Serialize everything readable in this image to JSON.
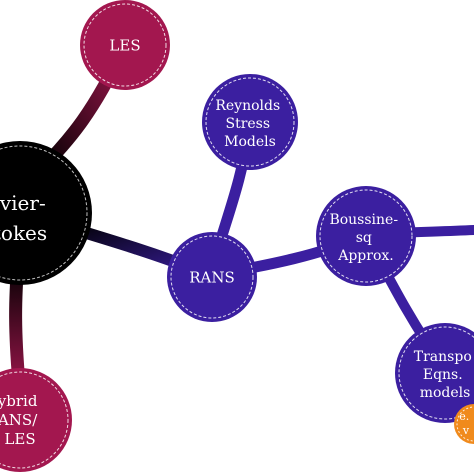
{
  "diagram": {
    "type": "mind-map",
    "nodes": [
      {
        "id": "navier_stokes",
        "lines": [
          "avier-",
          "tokes"
        ],
        "color": "#000000",
        "text_color": "#ffffff"
      },
      {
        "id": "les",
        "lines": [
          "LES"
        ],
        "color": "#a3174f",
        "text_color": "#ffffff"
      },
      {
        "id": "hybrid",
        "lines": [
          "ybrid",
          "ANS/",
          "LES"
        ],
        "color": "#a3174f",
        "text_color": "#ffffff"
      },
      {
        "id": "rans",
        "lines": [
          "RANS"
        ],
        "color": "#3b1fa0",
        "text_color": "#ffffff"
      },
      {
        "id": "reynolds",
        "lines": [
          "Reynolds",
          "Stress",
          "Models"
        ],
        "color": "#3b1fa0",
        "text_color": "#ffffff"
      },
      {
        "id": "boussinesq",
        "lines": [
          "Boussine-",
          "sq",
          "Approx."
        ],
        "color": "#3b1fa0",
        "text_color": "#ffffff"
      },
      {
        "id": "transport",
        "lines": [
          "Transpo",
          "Eqns.",
          "models"
        ],
        "color": "#3b1fa0",
        "text_color": "#ffffff"
      },
      {
        "id": "orange_node",
        "lines": [
          "e.",
          "v"
        ],
        "color": "#f08a1c",
        "text_color": "#ffffff"
      }
    ],
    "edges": [
      {
        "from": "navier_stokes",
        "to": "les"
      },
      {
        "from": "navier_stokes",
        "to": "hybrid"
      },
      {
        "from": "navier_stokes",
        "to": "rans"
      },
      {
        "from": "rans",
        "to": "reynolds"
      },
      {
        "from": "rans",
        "to": "boussinesq"
      },
      {
        "from": "boussinesq",
        "to": "transport"
      },
      {
        "from": "boussinesq",
        "to": "offscreen"
      }
    ]
  }
}
